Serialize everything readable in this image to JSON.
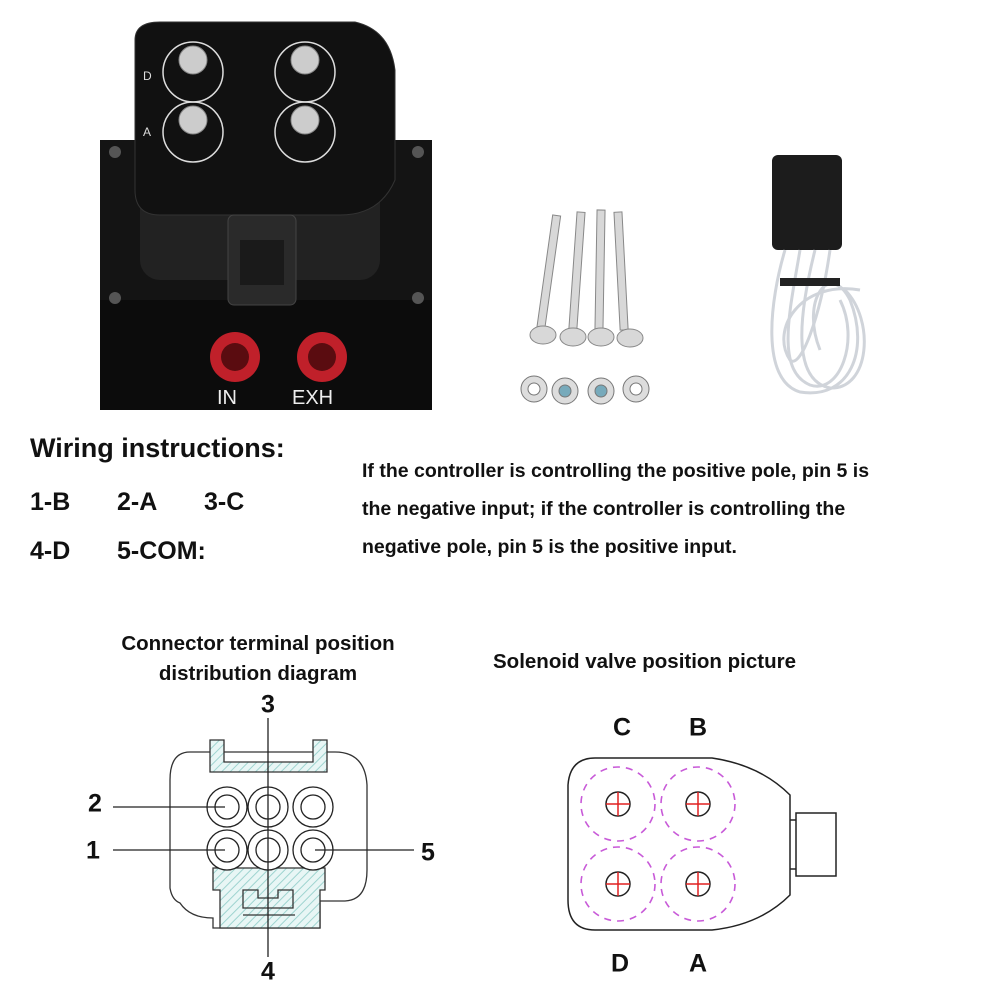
{
  "product_photo": {
    "port_labels": [
      "IN",
      "EXH"
    ],
    "valve_labels": [
      "D",
      "A"
    ]
  },
  "wiring": {
    "title": "Wiring instructions:",
    "pairs": [
      "1-B",
      "2-A",
      "3-C",
      "4-D",
      "5-COM:"
    ],
    "note_lines": [
      "If the controller is controlling the positive pole, pin 5 is",
      "the negative input; if the controller is controlling the",
      "negative pole, pin 5 is the positive input."
    ]
  },
  "connector_diagram": {
    "title_lines": [
      "Connector terminal position",
      "distribution diagram"
    ],
    "pins": [
      "1",
      "2",
      "3",
      "4",
      "5"
    ]
  },
  "solenoid_diagram": {
    "title": "Solenoid valve position picture",
    "valves": [
      "C",
      "B",
      "D",
      "A"
    ]
  },
  "colors": {
    "hatch": "#9fd4d0",
    "dashed": "#c85ad8",
    "crosshair": "#e02020",
    "port": "#c0202a"
  }
}
